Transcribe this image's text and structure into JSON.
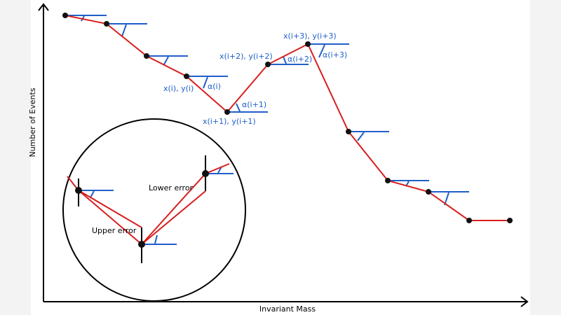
{
  "axes": {
    "xlabel": "Invariant Mass",
    "ylabel": "Number of Events"
  },
  "labels": {
    "p_i": "x(i), y(i)",
    "a_i": "α(i)",
    "p_i1": "x(i+1), y(i+1)",
    "a_i1": "α(i+1)",
    "p_i2": "x(i+2), y(i+2)",
    "a_i2": "α(i+2)",
    "p_i3": "x(i+3), y(i+3)",
    "a_i3": "α(i+3)"
  },
  "inset": {
    "lower_error": "Lower error",
    "upper_error": "Upper error"
  },
  "colors": {
    "curve": "#d81e1e",
    "angle": "#1f5fc8",
    "point": "#111111",
    "axis": "#000000",
    "text_blue": "#1f5fc8"
  }
}
